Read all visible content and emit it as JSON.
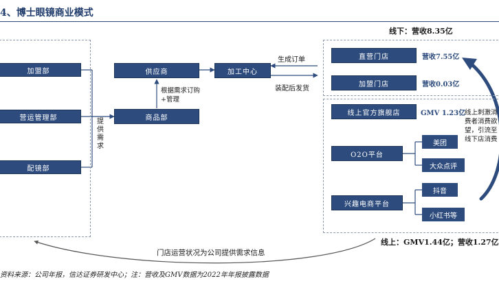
{
  "title": "4、博士眼镜商业模式",
  "summary": {
    "offline": "线下：营收8.35亿",
    "online": "线上：GMV1.44亿；营收1.27亿"
  },
  "left_units": [
    "加盟部",
    "营运管理部",
    "配镜部"
  ],
  "middle": {
    "supplier": "供应商",
    "processing": "加工中心",
    "commodity": "商品部",
    "supply_demand": "提供需求",
    "order_manage": "根据需求订购+管理",
    "generate_order": "生成订单",
    "assemble_ship": "装配后发货"
  },
  "offline_channels": [
    {
      "label": "直营门店",
      "value": "营收7.55亿"
    },
    {
      "label": "加盟门店",
      "value": "营收0.03亿"
    }
  ],
  "online_channels": {
    "flagship": {
      "label": "线上官方旗舰店",
      "value": "GMV 1.23亿"
    },
    "o2o": {
      "label": "O2O平台",
      "subs": [
        "美团",
        "大众点评"
      ]
    },
    "interest": {
      "label": "兴趣电商平台",
      "subs": [
        "抖音",
        "小红书等"
      ]
    }
  },
  "side_note": [
    "线上刺激消",
    "费者消费欲",
    "望，引流至",
    "线下店消费"
  ],
  "bottom_flow": "门店运营状况为公司提供需求信息",
  "footer": "资料来源：公司年报，信达证券研发中心；注：营收及GMV数据为2022年年报披露数据"
}
